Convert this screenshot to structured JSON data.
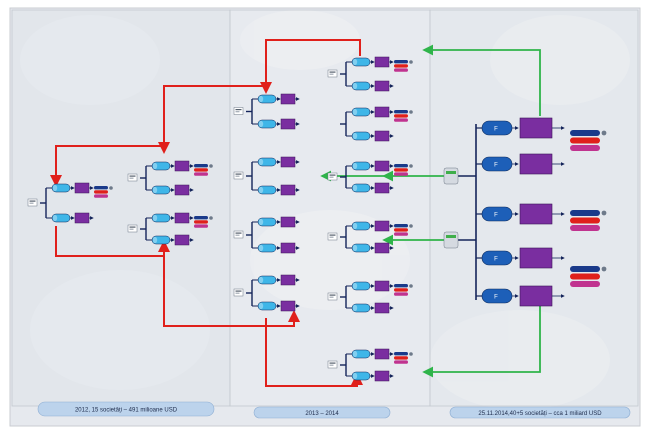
{
  "labels": {
    "panel_2012": "2012, 15 societăți – 491 milioane USD",
    "panel_2013": "2013 – 2014",
    "panel_2014": "25.11.2014,40+5 societăți – cca 1 miliard USD"
  },
  "nodes": {
    "f_letter": "F"
  },
  "colors": {
    "flow_red": "#e0201b",
    "flow_green": "#2fb44a",
    "cylinder_cyan": "#3fb6e8",
    "cylinder_blue": "#1d5fb8",
    "box_purple": "#7a2ea0",
    "bar_red": "#e0201b",
    "bar_navy": "#1a3a8a",
    "bar_magenta": "#c0338f",
    "caption_bar": "#bcd3ec"
  }
}
